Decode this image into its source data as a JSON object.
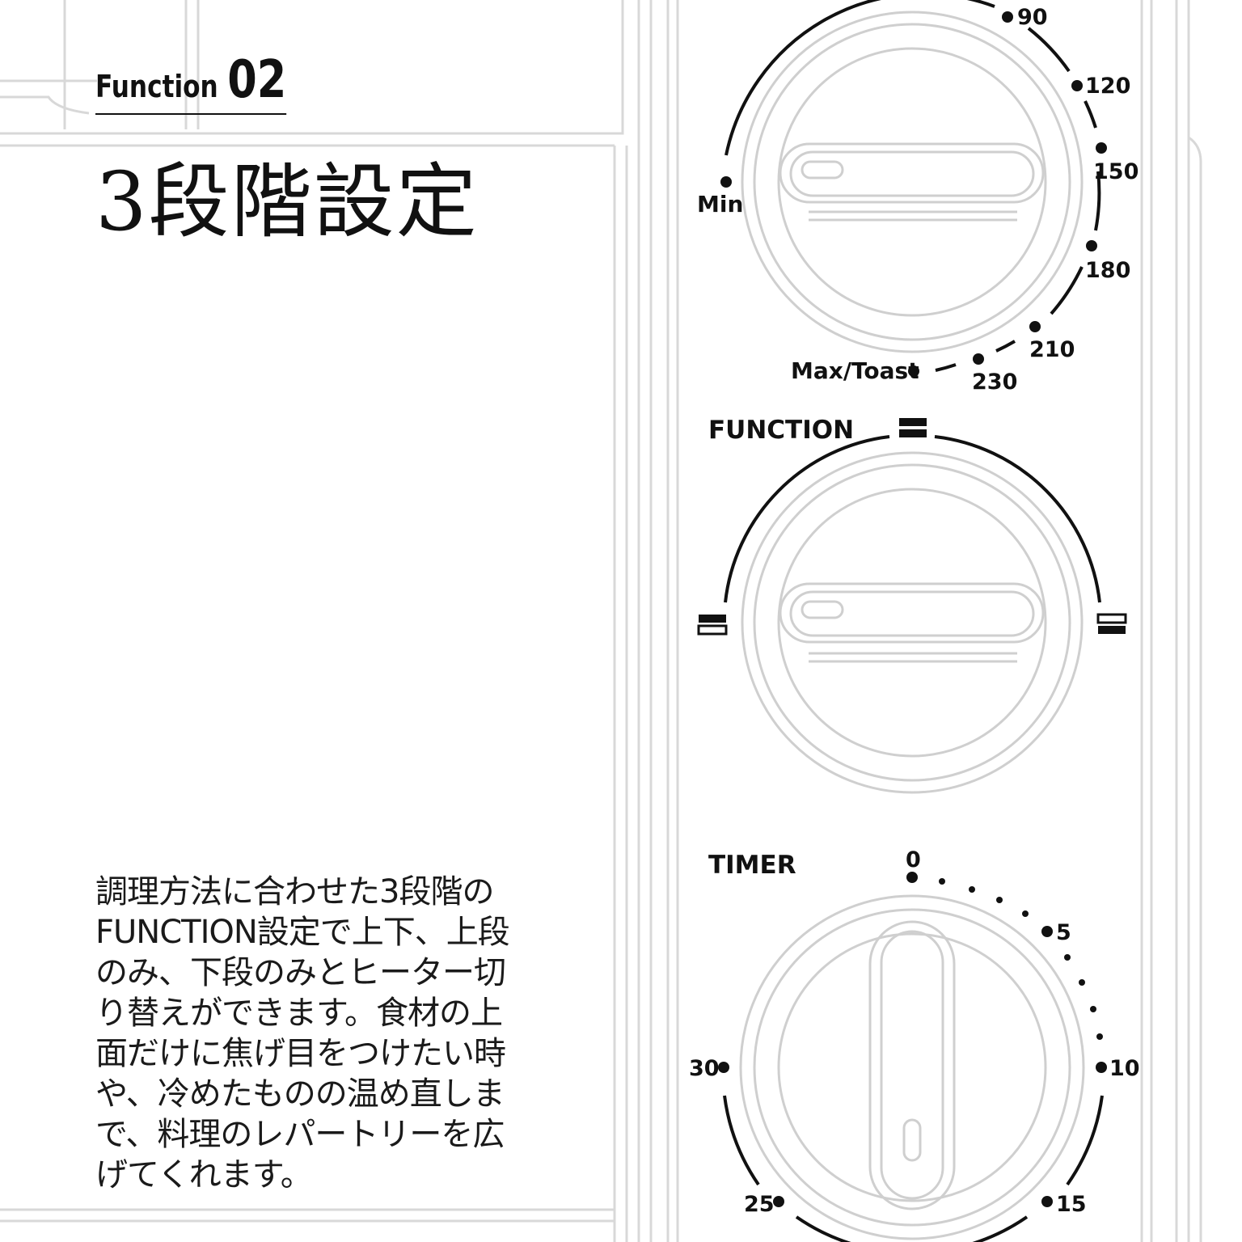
{
  "header": {
    "function_word": "Function",
    "function_number": "02",
    "title": "3段階設定"
  },
  "description": "調理方法に合わせた3段階の\nFUNCTION設定で上下、上段\nのみ、下段のみとヒーター切\nり替えができます。食材の上\n面だけに焦げ目をつけたい時\nや、冷めたものの温め直しま\nで、料理のレパートリーを広\nげてくれます。",
  "temperature_dial": {
    "min_label": "Min",
    "max_label": "Max/Toast",
    "marks": [
      "90",
      "120",
      "150",
      "180",
      "210",
      "230"
    ]
  },
  "function_dial": {
    "label": "FUNCTION",
    "settings": [
      "heater-top-and-bottom-icon",
      "heater-top-only-icon",
      "heater-bottom-only-icon"
    ]
  },
  "timer_dial": {
    "label": "TIMER",
    "marks": [
      "0",
      "5",
      "10",
      "15",
      "25",
      "30"
    ]
  }
}
